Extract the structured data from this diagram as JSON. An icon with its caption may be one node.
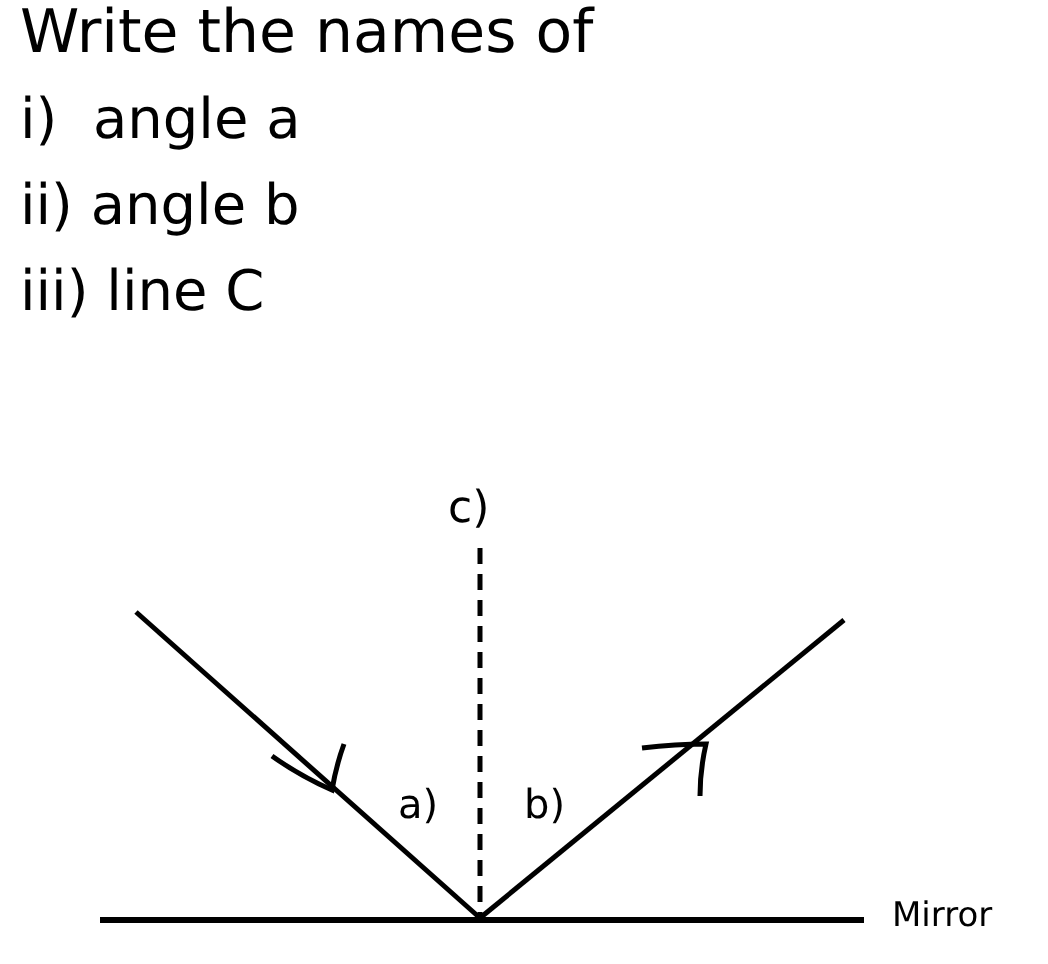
{
  "diagram": {
    "title": "Write the names of",
    "labels": [
      "i)  angle a",
      "ii) angle b",
      "iii) line C",
      "c)",
      "a)",
      "b)",
      "Mirror"
    ]
  }
}
